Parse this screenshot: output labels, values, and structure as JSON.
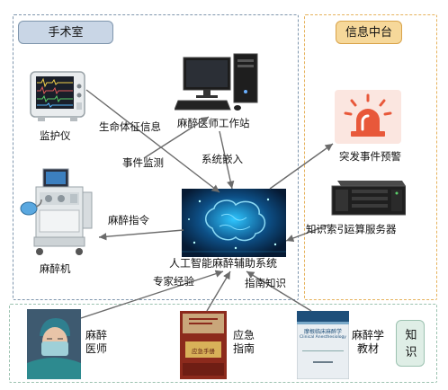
{
  "regions": {
    "operating_room": "手术室",
    "info_platform": "信息中台",
    "knowledge": "知识"
  },
  "devices": {
    "monitor": "监护仪",
    "anesthesia_machine": "麻醉机",
    "workstation": "麻醉医师工作站",
    "alert": "突发事件预警",
    "server": "运算服务器",
    "ai_system": "人工智能麻醉辅助系统"
  },
  "edges": {
    "vital_signs": "生命体征信息",
    "event_monitoring": "事件监测",
    "system_embed": "系统嵌入",
    "anesthesia_command": "麻醉指令",
    "knowledge_index": "知识索引",
    "expert_experience": "专家经验",
    "guideline_knowledge": "指南知识"
  },
  "knowledge_items": {
    "doctor": "麻醉医师",
    "guide": "应急指南",
    "textbook": "麻醉学教材",
    "guide_cover_title": "应急手册",
    "textbook_cover_title": "摩根临床麻醉学",
    "textbook_cover_en": "Clinical Anesthesiology"
  },
  "colors": {
    "or_border": "#7f96ad",
    "info_border": "#e6b25c",
    "knowledge_border": "#9cc2b0",
    "or_tag_bg": "#c9d6e6",
    "info_tag_bg": "#f6d89a",
    "knowledge_tag_bg": "#dfeee6",
    "arrow": "#6b6b6b",
    "alert_red": "#e8583a",
    "ai_bg": "#0b2a4a"
  }
}
